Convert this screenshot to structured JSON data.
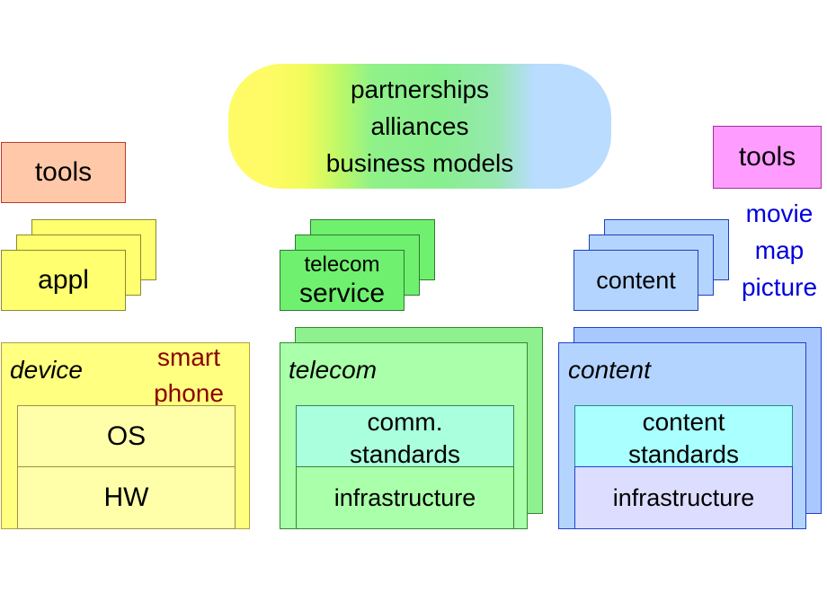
{
  "banner": {
    "lines": [
      "partnerships",
      "alliances",
      "business models"
    ]
  },
  "left": {
    "tools_label": "tools",
    "appl_label": "appl",
    "device_label": "device",
    "note_line1": "smart",
    "note_line2": "phone",
    "layer1": "OS",
    "layer2": "HW"
  },
  "middle": {
    "service_line1": "telecom",
    "service_line2": "service",
    "telecom_label": "telecom",
    "layer1_line1": "comm.",
    "layer1_line2": "standards",
    "layer2": "infrastructure"
  },
  "right": {
    "tools_label": "tools",
    "content_label": "content",
    "examples": [
      "movie",
      "map",
      "picture"
    ],
    "main_label": "content",
    "layer1_line1": "content",
    "layer1_line2": "standards",
    "layer2": "infrastructure"
  },
  "colors": {
    "tools_left": "#ffc8a8",
    "tools_right": "#ff9cff",
    "note_text": "#8b0000",
    "examples_text": "#0000dd"
  }
}
